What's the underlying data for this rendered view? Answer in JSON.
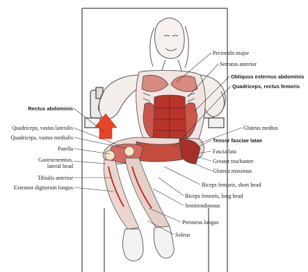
{
  "figure": {
    "labels_left": [
      {
        "id": "rectus-abdominis",
        "text": "Rectus abdominis",
        "bold": true
      },
      {
        "id": "quadriceps-vastus-lateralis",
        "text": "Quadriceps, vastus lateralis",
        "bold": false
      },
      {
        "id": "quadriceps-vastus-medialis",
        "text": "Quadriceps, vastus medialis",
        "bold": false
      },
      {
        "id": "patella",
        "text": "Patella",
        "bold": false
      },
      {
        "id": "gastrocnemius-lateral-head",
        "text": "Gastrocnemius,\nlateral head",
        "bold": false
      },
      {
        "id": "tibialis-anterior",
        "text": "Tibialis anterior",
        "bold": false
      },
      {
        "id": "extensor-digitorum-longus",
        "text": "Extensor digitorum longus",
        "bold": false
      }
    ],
    "labels_right": [
      {
        "id": "pectoralis-major",
        "text": "Pectoralis major",
        "bold": false
      },
      {
        "id": "serratus-anterior",
        "text": "Serratus anterior",
        "bold": false
      },
      {
        "id": "obliquus-externus-abdominis",
        "text": "Obliquus externus abdominis",
        "bold": true
      },
      {
        "id": "quadriceps-rectus-femoris",
        "text": "Quadriceps, rectus femoris",
        "bold": true
      },
      {
        "id": "gluteus-medius",
        "text": "Gluteus medius",
        "bold": false
      },
      {
        "id": "tensor-fasciae-latae",
        "text": "Tensor fasciae latae",
        "bold": true
      },
      {
        "id": "fascia-lata",
        "text": "Fascia lata",
        "bold": false
      },
      {
        "id": "greater-trochanter",
        "text": "Greater trochanter",
        "bold": false
      },
      {
        "id": "gluteus-maximus",
        "text": "Gluteus maximus",
        "bold": false
      },
      {
        "id": "biceps-femoris-short-head",
        "text": "Biceps femoris, short head",
        "bold": false
      },
      {
        "id": "biceps-femoris-long-head",
        "text": "Biceps femoris, long head",
        "bold": false
      },
      {
        "id": "semitendinosus",
        "text": "Semitendinosus",
        "bold": false
      },
      {
        "id": "peroneus-longus",
        "text": "Peroneus longus",
        "bold": false
      },
      {
        "id": "soleus",
        "text": "Soleus",
        "bold": false
      }
    ],
    "colors": {
      "muscle_red": "#c0392b",
      "muscle_dark": "#7a1f1a",
      "arrow_red": "#e8442a",
      "line": "#333333",
      "sketch": "#555555",
      "frame": "#444444"
    }
  }
}
